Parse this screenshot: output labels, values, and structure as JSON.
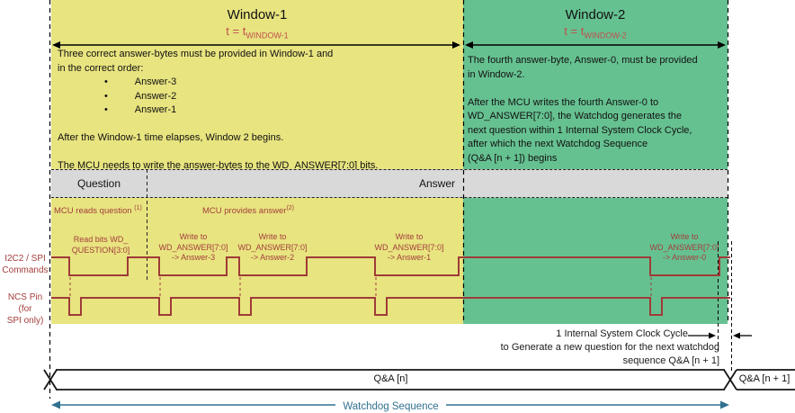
{
  "window1": {
    "title": "Window-1",
    "duration_prefix": "t = t",
    "duration_sub": "WINDOW-1",
    "body": "Three correct answer-bytes must be provided in Window-1 and\nin the correct order:\n                 •          Answer-3\n                 •          Answer-2\n                 •          Answer-1\n\nAfter the Window-1 time elapses, Window 2 begins.\n\nThe MCU needs to write the answer-bytes to the WD_ANSWER[7:0] bits."
  },
  "window2": {
    "title": "Window-2",
    "duration_prefix": "t = t",
    "duration_sub": "WINDOW-2",
    "body": "The fourth answer-byte, Answer-0, must be provided\nin Window-2.\n\nAfter the MCU writes the fourth Answer-0 to\nWD_ANSWER[7:0], the Watchdog generates the\nnext question within 1 Internal System Clock Cycle,\nafter which the next Watchdog Sequence\n(Q&A [n + 1]) begins"
  },
  "phase_bar": {
    "question_label": "Question",
    "answer_label": "Answer"
  },
  "annotations": {
    "mcu_reads_question": "MCU reads question ",
    "mcu_reads_sup": "(1)",
    "mcu_provides_answer": "MCU provides answer",
    "mcu_provides_sup": "(2)",
    "clock_cycle_line1": "1 Internal System Clock Cycle",
    "clock_cycle_line2": "to Generate a new question for the next watchdog",
    "clock_cycle_line3": "sequence Q&A [n + 1]"
  },
  "signals": {
    "i2c_label": "I2C2 / SPI\nCommands",
    "ncs_label": "NCS Pin (for\nSPI only)",
    "commands": [
      {
        "lines": "Read bits WD_\nQUESTION[3:0]"
      },
      {
        "lines": "Write to\nWD_ANSWER[7:0]\n-> Answer-3"
      },
      {
        "lines": "Write to\nWD_ANSWER[7:0]\n-> Answer-2"
      },
      {
        "lines": "Write to\nWD_ANSWER[7:0]\n-> Answer-1"
      },
      {
        "lines": "Write to\nWD_ANSWER[7:0]\n-> Answer-0"
      }
    ]
  },
  "sequence_bar": {
    "current_label": "Q&A [n]",
    "next_label": "Q&A [n + 1]",
    "bottom_label": "Watchdog Sequence"
  },
  "colors": {
    "window1_fill": "#e8e480",
    "window2_fill": "#66c191",
    "phase_bar_fill": "#d9d9d9",
    "duration_text": "#c0504d",
    "signal_red": "#9e3b38",
    "annotation_red": "#a33e3c",
    "watchdog_teal": "#31708f"
  }
}
